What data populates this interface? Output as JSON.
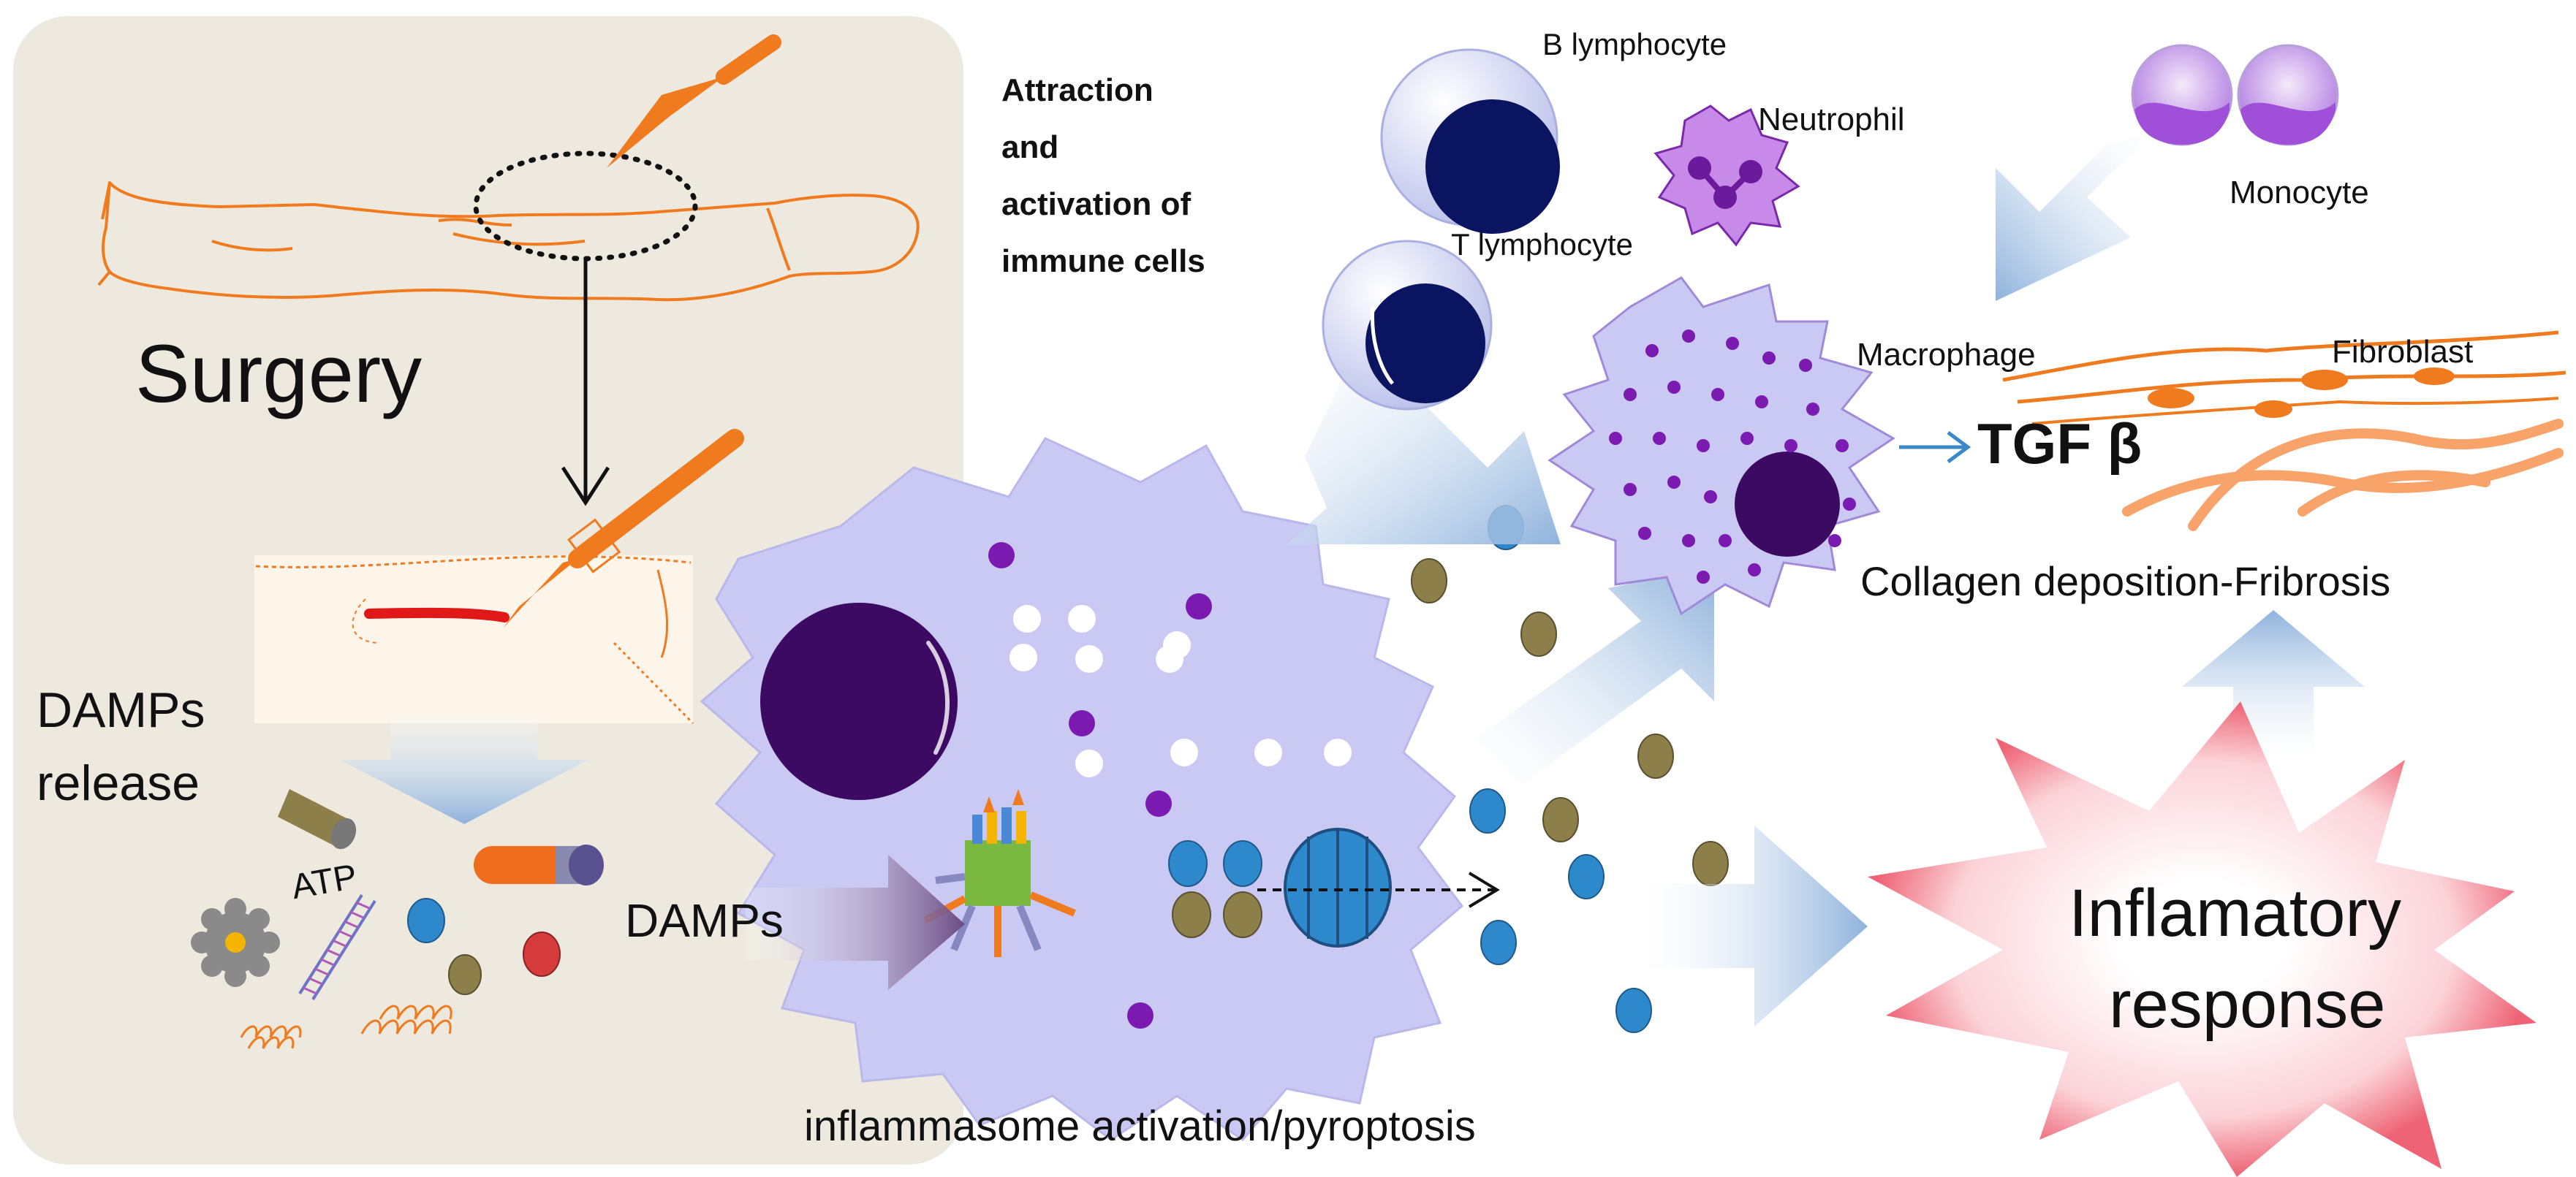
{
  "surgery_panel": {
    "title": "Surgery",
    "damps_release_line1": "DAMPs",
    "damps_release_line2": "release",
    "atp": "ATP"
  },
  "inflammasome": {
    "damps_label": "DAMPs",
    "caption": "inflammasome activation/pyroptosis"
  },
  "immune": {
    "attraction_lines": [
      "Attraction",
      "and",
      "activation of",
      "immune cells"
    ],
    "b_lymphocyte": "B lymphocyte",
    "t_lymphocyte": "T lymphocyte",
    "neutrophil": "Neutrophil",
    "monocyte": "Monocyte",
    "macrophage": "Macrophage",
    "fibroblast": "Fibroblast",
    "tgf": "TGF β",
    "collagen": "Collagen deposition-Fribrosis"
  },
  "response": {
    "line1": "Inflamatory",
    "line2": "response"
  },
  "colors": {
    "panel_bg": "#ede9de",
    "cell_lavender": "#c9c9f4",
    "nucleus": "#3d0a63",
    "lymph_nucleus": "#0a1460",
    "particle_blue": "#2d88cc",
    "particle_olive": "#8d7f4a",
    "arrow_blue": "#8fb2dc",
    "arrow_purple": "#6b4c84",
    "body_outline": "#f07a1e",
    "incision_red": "#e01818"
  }
}
